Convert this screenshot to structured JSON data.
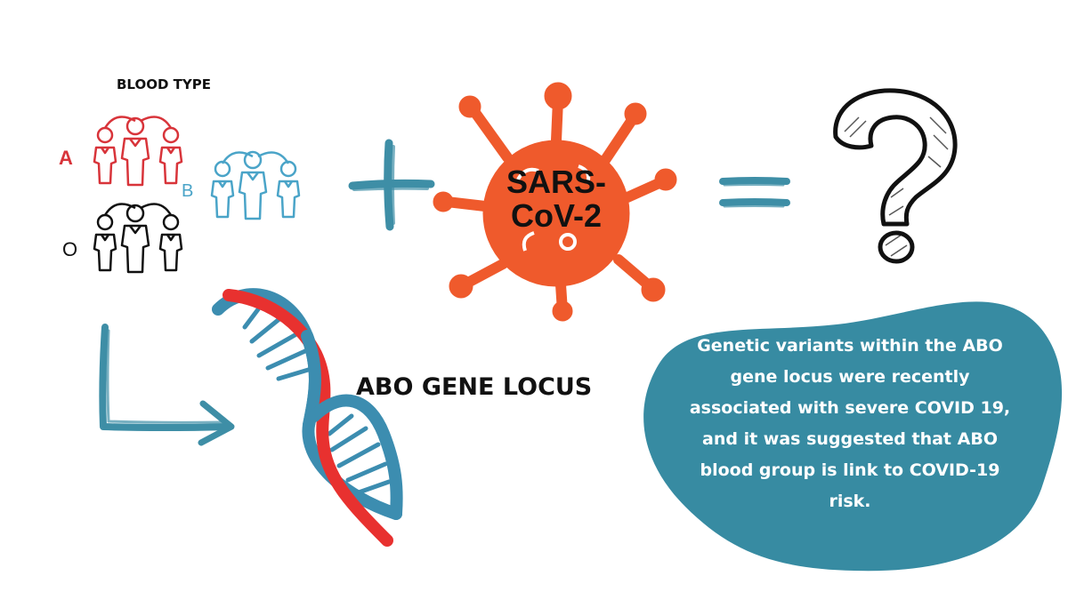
{
  "blood": {
    "title": "BLOOD TYPE",
    "groups": [
      {
        "letter": "A",
        "color": "#d8343a"
      },
      {
        "letter": "B",
        "color": "#4aa4c8"
      },
      {
        "letter": "O",
        "color": "#111111"
      }
    ]
  },
  "operators": {
    "plus_color": "#3e8ea6",
    "equals_color": "#3e8ea6"
  },
  "virus": {
    "label": "SARS-CoV-2",
    "color": "#ef5a2c"
  },
  "gene": {
    "label": "ABO GENE LOCUS"
  },
  "result": {
    "icon": "question-mark-icon"
  },
  "info": {
    "text": "Genetic variants within the ABO gene locus were recently associated with severe COVID 19, and it was suggested that ABO blood group is link to COVID-19 risk.",
    "background": "#378ba2"
  },
  "colors": {
    "dna_red": "#e8312f",
    "dna_blue": "#3c8db0"
  }
}
